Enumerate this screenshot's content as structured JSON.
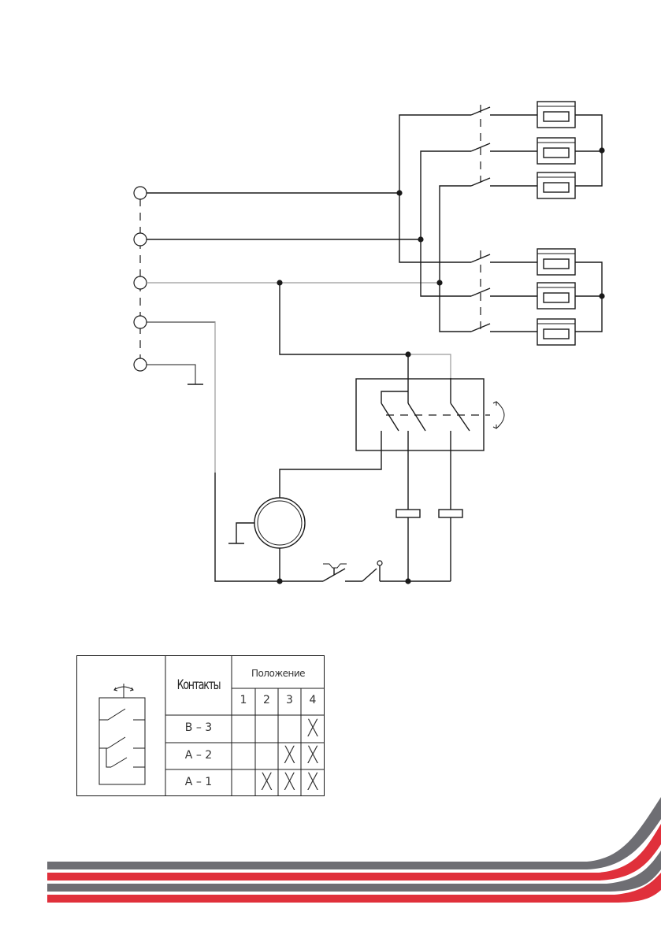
{
  "table": {
    "header_contacts": "Контакты",
    "header_position": "Положение",
    "positions": [
      "1",
      "2",
      "3",
      "4"
    ],
    "rows": [
      {
        "label": "В – 3",
        "marks": [
          false,
          false,
          false,
          true
        ]
      },
      {
        "label": "А – 2",
        "marks": [
          false,
          false,
          true,
          true
        ]
      },
      {
        "label": "А – 1",
        "marks": [
          false,
          true,
          true,
          true
        ]
      }
    ],
    "mark_symbol": "X"
  },
  "colors": {
    "line": "#1a1a1a",
    "grey_wire": "#9a9a9a",
    "stripe_grey": "#6e6e73",
    "stripe_red": "#e0303b"
  }
}
